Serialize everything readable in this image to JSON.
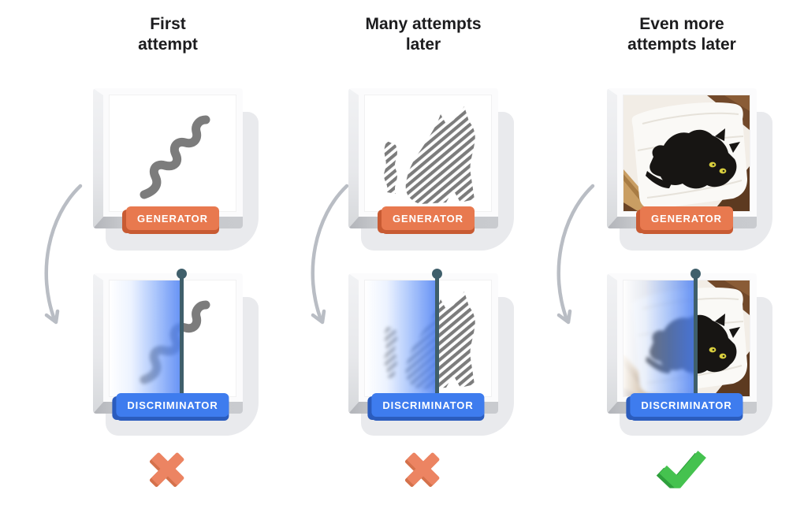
{
  "diagram": {
    "columns": [
      {
        "title_line1": "First",
        "title_line2": "attempt",
        "generator_label": "GENERATOR",
        "discriminator_label": "DISCRIMINATOR",
        "generator_output_icon": "wavy-squiggle-doodle",
        "discriminator_view_icon": "squiggle-behind-blue-decision-boundary",
        "arrow_icon": "curved-down-arrow",
        "verdict_icon": "red-x"
      },
      {
        "title_line1": "Many attempts",
        "title_line2": "later",
        "generator_label": "GENERATOR",
        "discriminator_label": "DISCRIMINATOR",
        "generator_output_icon": "scribbled-cat-sketch",
        "discriminator_view_icon": "cat-sketch-behind-blue-decision-boundary",
        "arrow_icon": "curved-down-arrow",
        "verdict_icon": "red-x"
      },
      {
        "title_line1": "Even more",
        "title_line2": "attempts later",
        "generator_label": "GENERATOR",
        "discriminator_label": "DISCRIMINATOR",
        "generator_output_icon": "black-cat-photo",
        "discriminator_view_icon": "cat-photo-behind-blue-decision-boundary",
        "arrow_icon": "curved-down-arrow",
        "verdict_icon": "green-check"
      }
    ],
    "colors": {
      "generator_badge": "#E8794F",
      "generator_badge_edge": "#C85B33",
      "discriminator_badge": "#3E7CEE",
      "discriminator_badge_edge": "#2B5CBD",
      "divider_line": "#3F5F6B",
      "sketch_gray": "#7C7C7C",
      "arrow_gray": "#B9BDC4",
      "reject_x": "#EC8462",
      "reject_x_edge": "#D4714B",
      "accept_check": "#45C24F",
      "accept_check_edge": "#2E9F3C",
      "card_face": "#FBFBFC",
      "card_shadow": "#E9EAED",
      "bevel_light": "#E7E8EB",
      "bevel_dark": "#C5C7CB",
      "title_text": "#1C1C1E"
    }
  }
}
